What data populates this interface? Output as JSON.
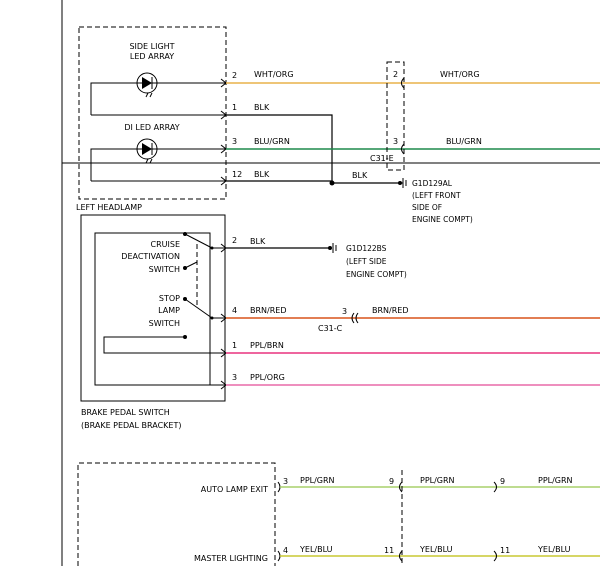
{
  "colors": {
    "wht_org": "#e8b24a",
    "blu_grn": "#1e8a4c",
    "brn_red": "#d9541a",
    "ppl_brn": "#e8327f",
    "ppl_org": "#e86aa8",
    "ppl_grn": "#a8d06c",
    "yel_blu": "#c8c832",
    "blk": "#000000"
  },
  "left_headlamp": {
    "side_light_line1": "SIDE LIGHT",
    "side_light_line2": "LED ARRAY",
    "di_led": "DI LED ARRAY",
    "label": "LEFT HEADLAMP",
    "pins": {
      "p2": "2",
      "p1": "1",
      "p3": "3",
      "p12": "12"
    }
  },
  "wires": {
    "wht_org": "WHT/ORG",
    "blk": "BLK",
    "blu_grn": "BLU/GRN",
    "brn_red": "BRN/RED",
    "ppl_brn": "PPL/BRN",
    "ppl_org": "PPL/ORG",
    "ppl_grn": "PPL/GRN",
    "yel_blu": "YEL/BLU"
  },
  "connectors": {
    "c31e": "C31-E",
    "c31c": "C31-C",
    "pin2": "2",
    "pin3": "3",
    "pin9": "9",
    "pin11": "11"
  },
  "grounds": {
    "g1": {
      "line1": "G1D129AL",
      "line2": "(LEFT FRONT",
      "line3": "SIDE OF",
      "line4": "ENGINE COMPT)"
    },
    "g2": {
      "line1": "G1D122BS",
      "line2": "(LEFT SIDE",
      "line3": "ENGINE COMPT)"
    }
  },
  "brake_switch": {
    "cruise_line1": "CRUISE",
    "cruise_line2": "DEACTIVATION",
    "cruise_line3": "SWITCH",
    "stop_line1": "STOP",
    "stop_line2": "LAMP",
    "stop_line3": "SWITCH",
    "label_line1": "BRAKE PEDAL SWITCH",
    "label_line2": "(BRAKE PEDAL BRACKET)",
    "pins": {
      "p2": "2",
      "p4": "4",
      "p1": "1",
      "p3": "3"
    }
  },
  "lower_module": {
    "auto_lamp_exit": "AUTO LAMP EXIT",
    "master_lighting": "MASTER LIGHTING",
    "pins": {
      "p3": "3",
      "p4": "4"
    }
  }
}
